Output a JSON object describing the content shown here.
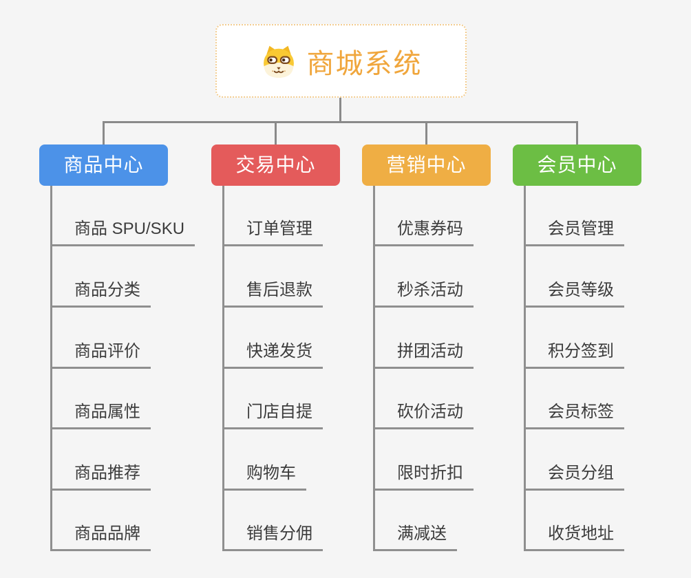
{
  "root": {
    "title": "商城系统",
    "icon": "shiba-dog-icon"
  },
  "colors": {
    "background": "#f5f5f5",
    "root_text": "#f0a63c",
    "root_border": "#f3cd90",
    "connector_gray": "#8a8a8a",
    "leaf_text": "#3c3c3c",
    "product_center": "#4c92e8",
    "trade_center": "#e45b5b",
    "marketing_center": "#efae44",
    "member_center": "#6cbe44"
  },
  "branches": [
    {
      "label": "商品中心",
      "color": "#4c92e8",
      "items": [
        "商品 SPU/SKU",
        "商品分类",
        "商品评价",
        "商品属性",
        "商品推荐",
        "商品品牌"
      ]
    },
    {
      "label": "交易中心",
      "color": "#e45b5b",
      "items": [
        "订单管理",
        "售后退款",
        "快递发货",
        "门店自提",
        "购物车",
        "销售分佣"
      ]
    },
    {
      "label": "营销中心",
      "color": "#efae44",
      "items": [
        "优惠券码",
        "秒杀活动",
        "拼团活动",
        "砍价活动",
        "限时折扣",
        "满减送"
      ]
    },
    {
      "label": "会员中心",
      "color": "#6cbe44",
      "items": [
        "会员管理",
        "会员等级",
        "积分签到",
        "会员标签",
        "会员分组",
        "收货地址"
      ]
    }
  ]
}
